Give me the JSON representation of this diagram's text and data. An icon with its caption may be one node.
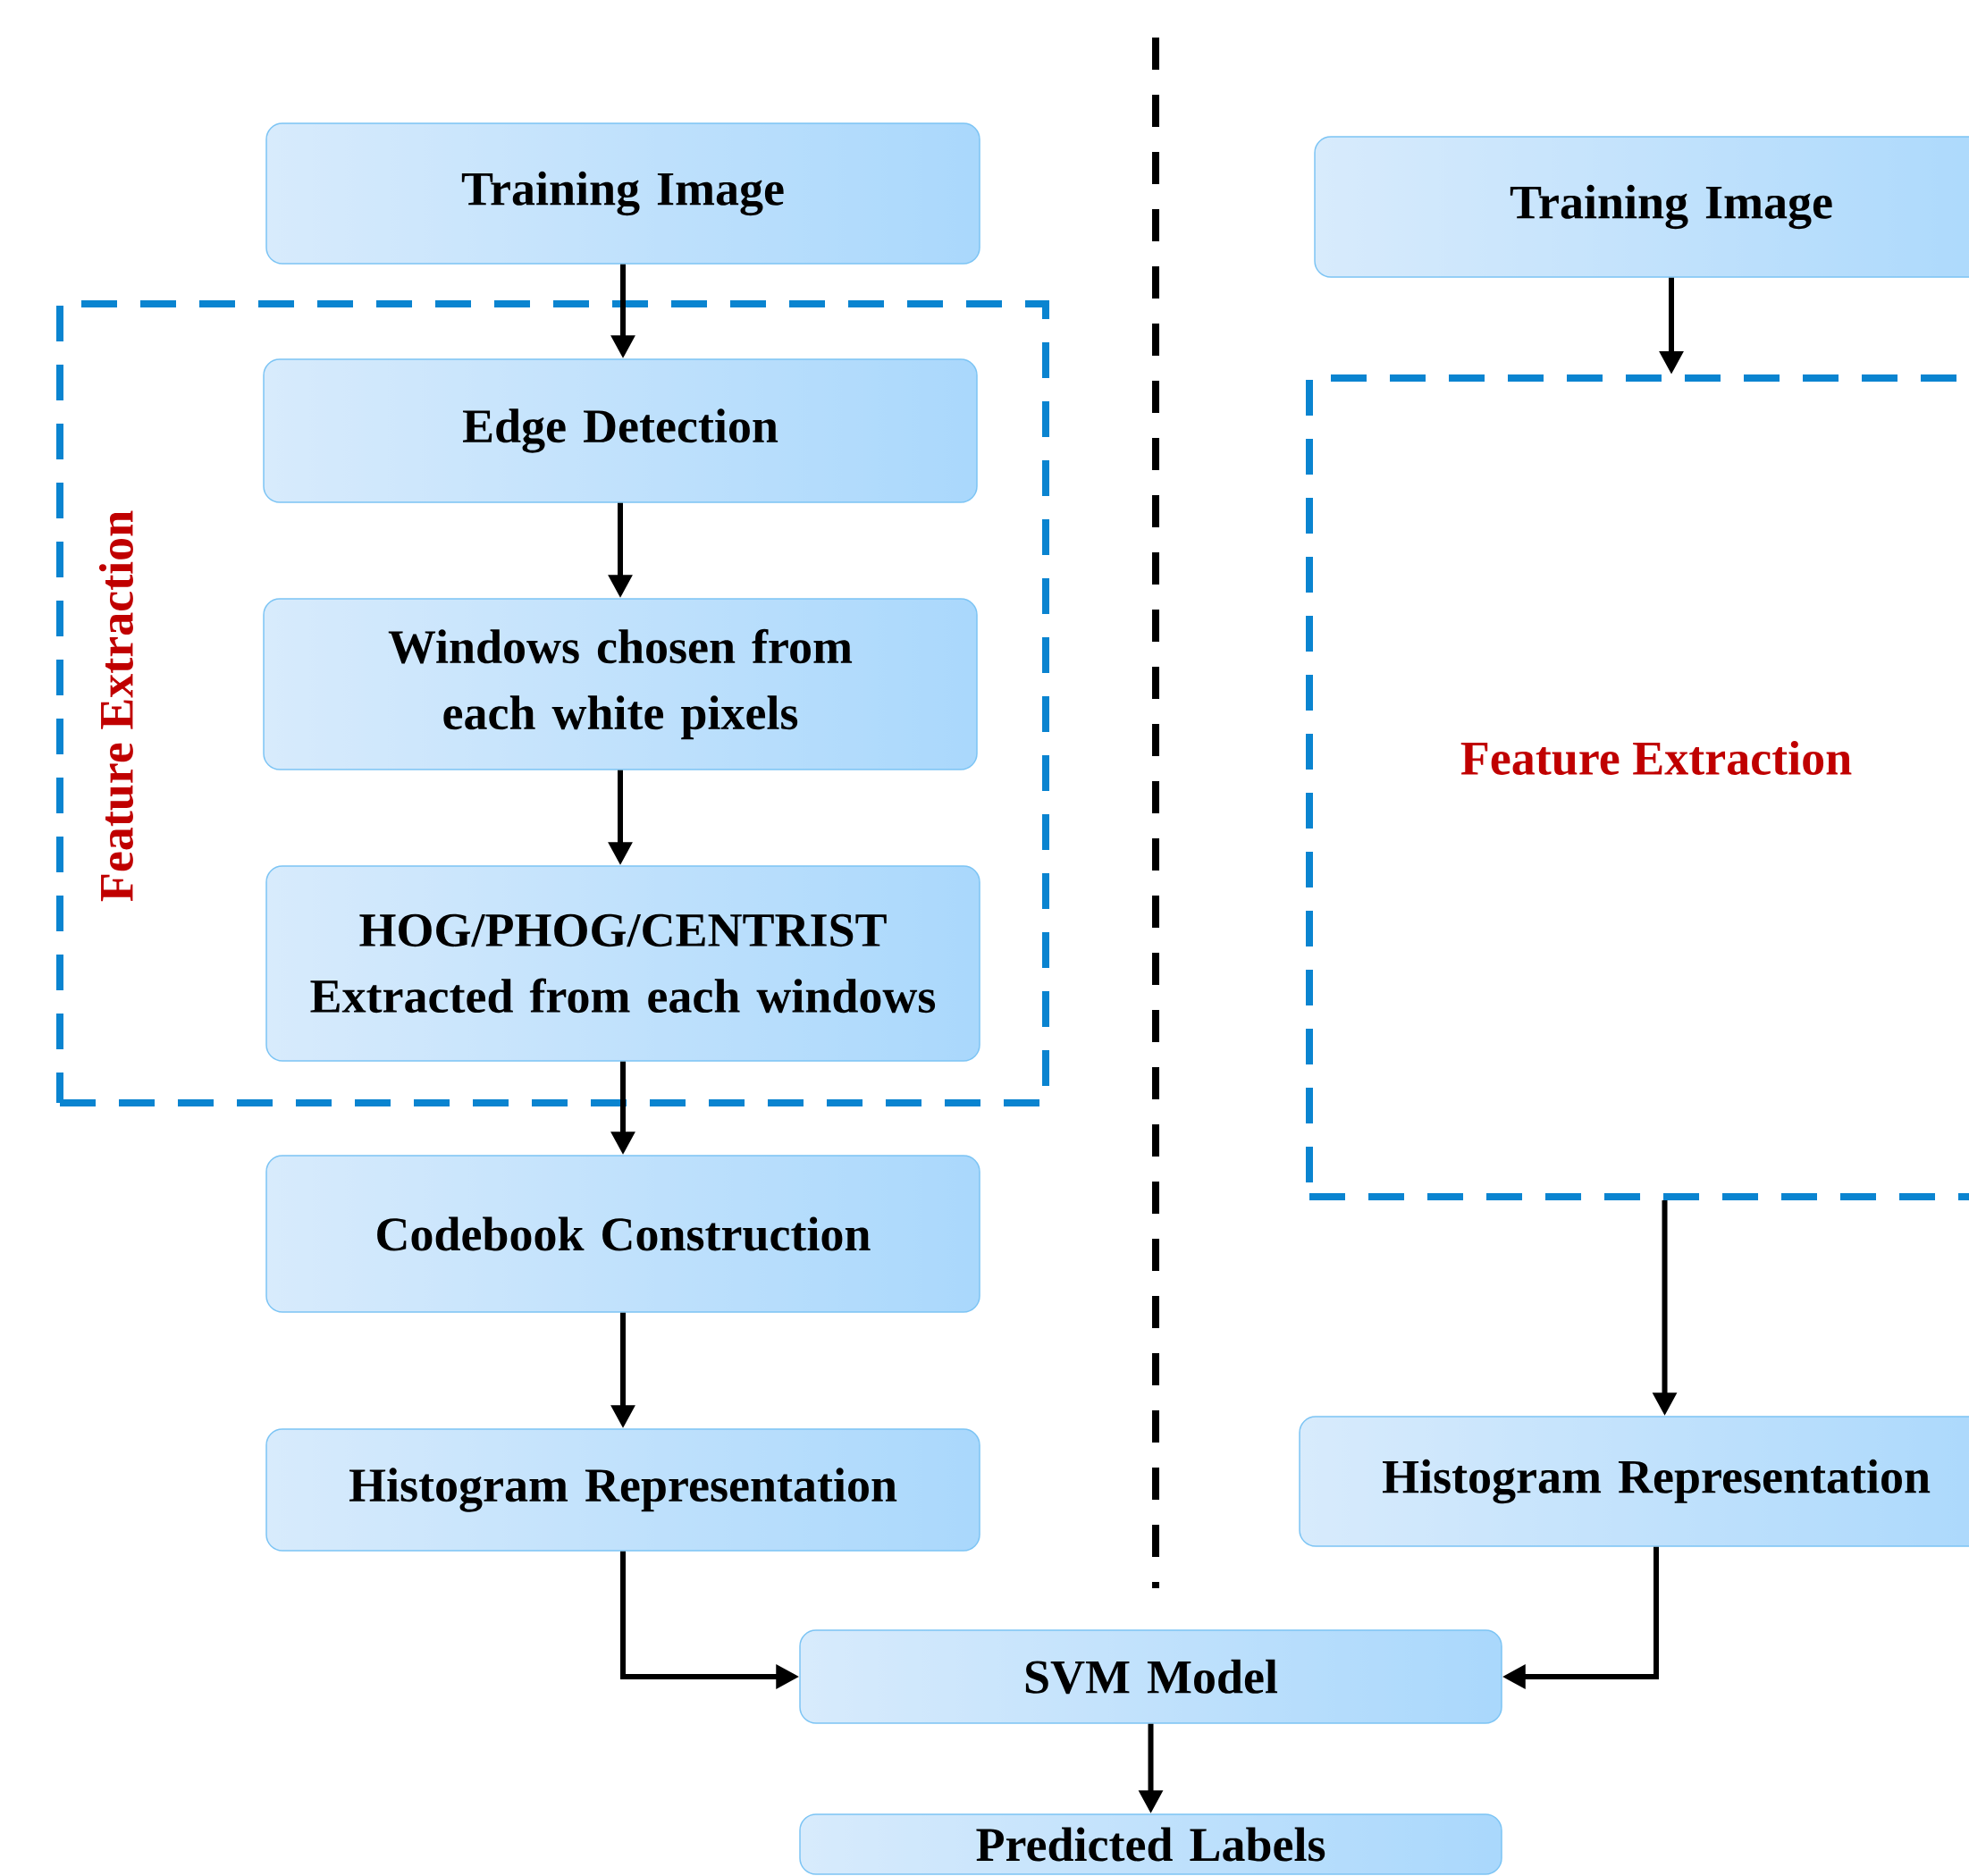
{
  "diagram": {
    "nodes": [
      {
        "text": [
          "Training Image"
        ]
      },
      {
        "text": [
          "Feature Extraction"
        ]
      },
      {
        "text": [
          "Edge Detection"
        ],
        "in": 1
      },
      {
        "text": [
          "Windows chosen from each white pixels"
        ],
        "in": 1
      },
      {
        "text": [
          "HOG/PHOG/CENTRIST Extracted from each windows"
        ],
        "in": 1
      },
      {
        "text": [
          "Codebook Construction"
        ]
      },
      {
        "text": [
          "Histogram Representation"
        ]
      },
      {
        "text": [
          "Training Image"
        ]
      },
      {
        "text": [
          "Feature Extraction"
        ]
      },
      {
        "text": [
          "Histogram Representation"
        ]
      },
      {
        "text": [
          "SVM Model"
        ]
      },
      {
        "text": [
          "Predicted Labels"
        ]
      }
    ],
    "edges": [
      {
        "from": 0,
        "to": 2,
        "arrow": "to"
      },
      {
        "from": 2,
        "to": 3,
        "arrow": "to"
      },
      {
        "from": 3,
        "to": 4,
        "arrow": "to"
      },
      {
        "from": 4,
        "to": 5,
        "arrow": "to"
      },
      {
        "from": 5,
        "to": 6,
        "arrow": "to"
      },
      {
        "from": 6,
        "to": 10,
        "arrow": "to"
      },
      {
        "from": 7,
        "to": 8,
        "arrow": "to"
      },
      {
        "from": 8,
        "to": 9,
        "arrow": "to"
      },
      {
        "from": 9,
        "to": 10,
        "arrow": "to"
      },
      {
        "from": 10,
        "to": 11,
        "arrow": "to"
      }
    ]
  }
}
